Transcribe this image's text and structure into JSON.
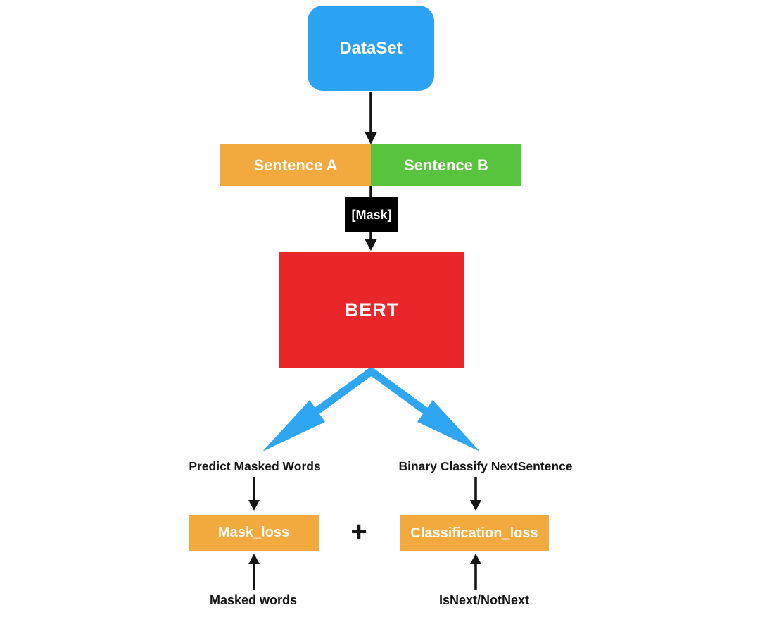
{
  "colors": {
    "blue": "#2BA2F2",
    "orange": "#F2A93D",
    "green": "#58C33C",
    "red": "#E9262A",
    "arrow_blue": "#2FA6F2",
    "ink": "#151515",
    "box_text": "#FDFCF7",
    "background": "#FFFFFF"
  },
  "nodes": {
    "dataset": {
      "label": "DataSet"
    },
    "sentence_a": {
      "label": "Sentence A"
    },
    "sentence_b": {
      "label": "Sentence B"
    },
    "mask": {
      "label": "[Mask]"
    },
    "bert": {
      "label": "BERT"
    },
    "predict_masked_words": {
      "label": "Predict Masked Words"
    },
    "binary_classify": {
      "label": "Binary Classify NextSentence"
    },
    "mask_loss": {
      "label": "Mask_loss"
    },
    "plus": {
      "label": "+"
    },
    "classification_loss": {
      "label": "Classification_loss"
    },
    "masked_words": {
      "label": "Masked words"
    },
    "isnext_notnext": {
      "label": "IsNext/NotNext"
    }
  },
  "edges": [
    {
      "from": "DataSet",
      "to": "Sentence A / Sentence B",
      "style": "black-arrow"
    },
    {
      "from": "Sentence A / Sentence B",
      "to": "BERT",
      "via": "[Mask]",
      "style": "black-arrow"
    },
    {
      "from": "BERT",
      "to": "Predict Masked Words",
      "style": "blue-arrow"
    },
    {
      "from": "BERT",
      "to": "Binary Classify NextSentence",
      "style": "blue-arrow"
    },
    {
      "from": "Predict Masked Words",
      "to": "Mask_loss",
      "style": "black-arrow"
    },
    {
      "from": "Binary Classify NextSentence",
      "to": "Classification_loss",
      "style": "black-arrow"
    },
    {
      "from": "Masked words",
      "to": "Mask_loss",
      "style": "black-arrow"
    },
    {
      "from": "IsNext/NotNext",
      "to": "Classification_loss",
      "style": "black-arrow"
    }
  ]
}
